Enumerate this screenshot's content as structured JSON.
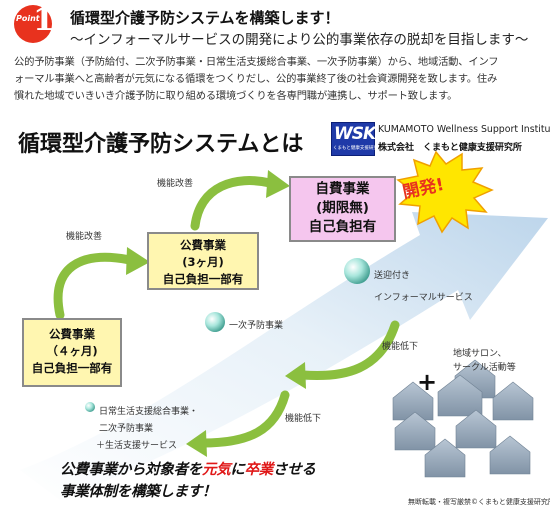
{
  "header": {
    "badge_label": "Point",
    "badge_number": "1",
    "title": "循環型介護予防システムを構築します！",
    "subtitle": "～インフォーマルサービスの開発により公的事業依存の脱却を目指します～"
  },
  "description": [
    "公的予防事業（予防給付、二次予防事業・日常生活支援総合事業、一次予防事業）から、地域活動、インフ",
    "ォーマル事業へと高齢者が元気になる循環をつくりだし、公的事業終了後の社会資源開発を致します。住み",
    "慣れた地域でいきいき介護予防に取り組める環境づくりを各専門職が連携し、サポート致します。"
  ],
  "diagram": {
    "title": "循環型介護予防システムとは",
    "logo_text": "WSK",
    "logo_small": "くまもと健康支援研究所",
    "institute_en": "KUMAMOTO Wellness Support Institute",
    "institute_jp": "株式会社　くまもと健康支援研究所",
    "develop_label": "開発!",
    "boxes": {
      "self_pay": [
        "自費事業",
        "(期限無)",
        "自己負担有"
      ],
      "public_3m": [
        "公費事業",
        "(3ヶ月)",
        "自己負担一部有"
      ],
      "public_4m": [
        "公費事業",
        "（４ヶ月)",
        "自己負担一部有"
      ]
    },
    "labels": {
      "improve_top": "機能改善",
      "improve_left": "機能改善",
      "transport": "送迎付き",
      "informal": "インフォーマルサービス",
      "primary_prevention": "一次予防事業",
      "decline_right": "機能低下",
      "decline_mid": "機能低下",
      "comprehensive_1": "日常生活支援総合事業・",
      "comprehensive_2": "二次予防事業",
      "comprehensive_3": "＋生活支援サービス",
      "salon_1": "地域サロン、",
      "salon_2": "サークル活動等",
      "plus": "+"
    },
    "caption": {
      "line1_a": "公費事業から対象者を",
      "line1_red1": "元気",
      "line1_b": "に",
      "line1_red2": "卒業",
      "line1_c": "させる",
      "line2": "事業体制を構築します！"
    },
    "credit": "無断転載・複写厳禁©くまもと健康支援研究所"
  },
  "colors": {
    "badge": "#e8321e",
    "self_box": "#f5c6ee",
    "public_box": "#fff6b0",
    "arrow": "#8bbf3f",
    "house": "#9aabbd",
    "accent_red": "#e01818",
    "logo": "#1f3aa8"
  }
}
